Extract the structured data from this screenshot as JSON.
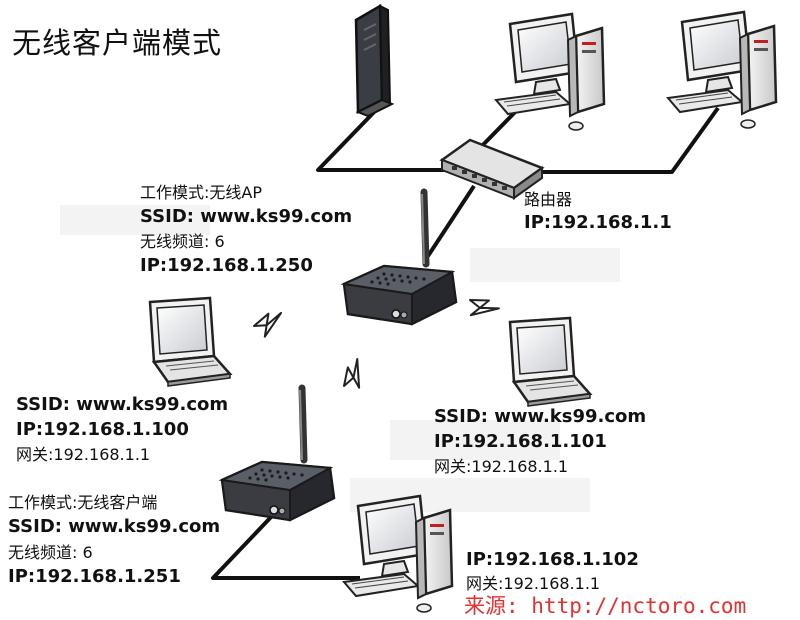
{
  "title": "无线客户端模式",
  "router": {
    "name": "路由器",
    "ip": "IP:192.168.1.1"
  },
  "ap": {
    "mode": "工作模式:无线AP",
    "ssid": "SSID: www.ks99.com",
    "channel": "无线频道: 6",
    "ip": "IP:192.168.1.250"
  },
  "laptop_left": {
    "ssid": "SSID: www.ks99.com",
    "ip": "IP:192.168.1.100",
    "gateway": "网关:192.168.1.1"
  },
  "laptop_right": {
    "ssid": "SSID: www.ks99.com",
    "ip": "IP:192.168.1.101",
    "gateway": "网关:192.168.1.1"
  },
  "client": {
    "mode": "工作模式:无线客户端",
    "ssid": "SSID: www.ks99.com",
    "channel": "无线频道: 6",
    "ip": "IP:192.168.1.251"
  },
  "desktop_bottom": {
    "ip": "IP:192.168.1.102",
    "gateway": "网关:192.168.1.1"
  },
  "source": "来源: http://nctoro.com"
}
